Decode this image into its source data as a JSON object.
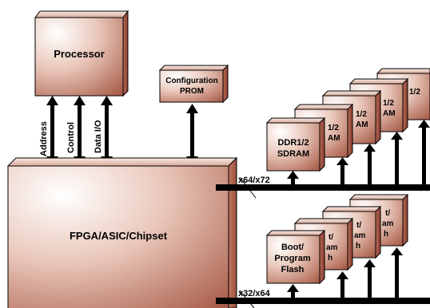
{
  "blocks": {
    "processor": "Processor",
    "config_prom_line1": "Configuration",
    "config_prom_line2": "PROM",
    "fpga": "FPGA/ASIC/Chipset",
    "ddr_front_line1": "DDR1/2",
    "ddr_front_line2": "SDRAM",
    "ddr_back_frag1": "1/2",
    "ddr_back_frag2": "AM",
    "flash_front_line1": "Boot/",
    "flash_front_line2": "Program",
    "flash_front_line3": "Flash",
    "flash_back_frag1": "t/",
    "flash_back_frag2": "am",
    "flash_back_frag3": "h"
  },
  "buses": {
    "address": "Address",
    "control": "Control",
    "data_io": "Data I/O",
    "ddr_width": "x64/x72",
    "flash_width": "x32/x64"
  },
  "colors": {
    "block_light": "#ffffff",
    "block_mid": "#e8c2b5",
    "block_dark": "#b06a55",
    "block_side": "#9a4a38",
    "bus": "#000000"
  }
}
